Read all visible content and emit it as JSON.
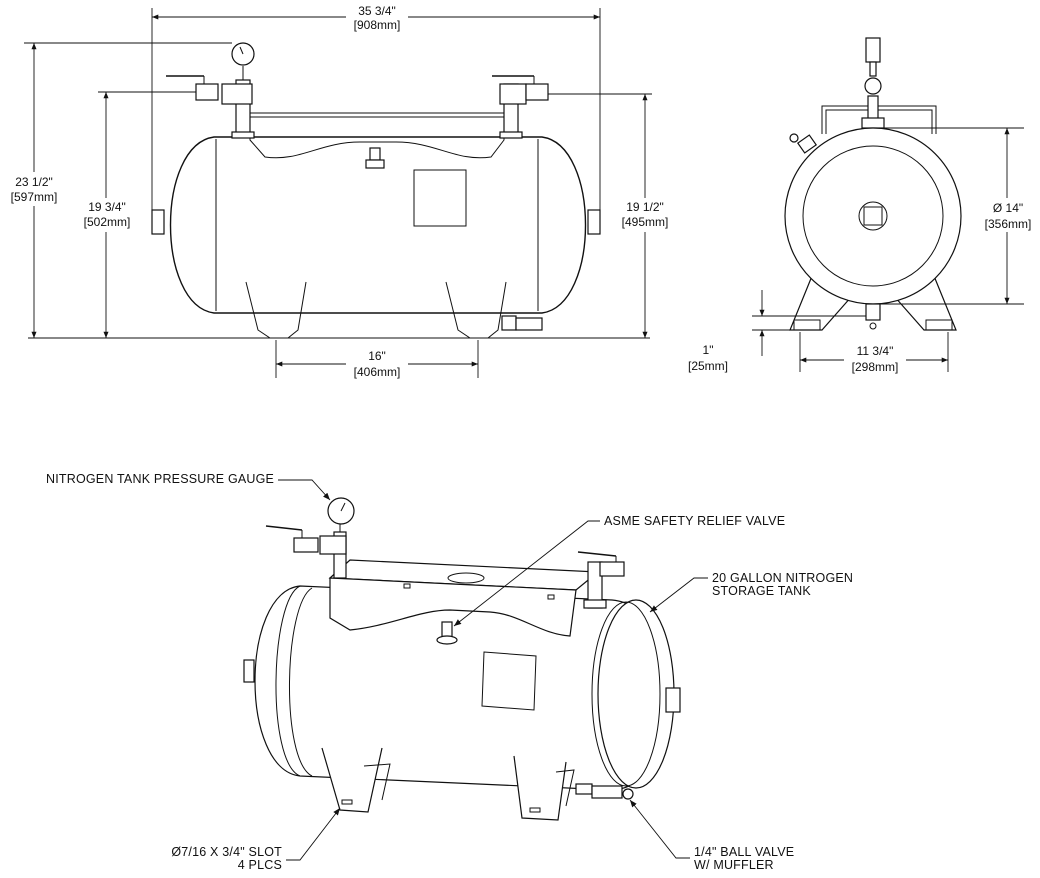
{
  "front_view": {
    "overall_length": "35 3/4\"",
    "overall_length_mm": "[908mm]",
    "overall_height": "23 1/2\"",
    "overall_height_mm": "[597mm]",
    "valve_height": "19 3/4\"",
    "valve_height_mm": "[502mm]",
    "fitting_height": "19 1/2\"",
    "fitting_height_mm": "[495mm]",
    "leg_spacing": "16\"",
    "leg_spacing_mm": "[406mm]"
  },
  "side_view": {
    "diameter": "Ø 14\"",
    "diameter_mm": "[356mm]",
    "clearance": "1\"",
    "clearance_mm": "[25mm]",
    "foot_width": "11 3/4\"",
    "foot_width_mm": "[298mm]"
  },
  "iso_view": {
    "callout_gauge": "NITROGEN TANK PRESSURE GAUGE",
    "callout_relief_valve": "ASME SAFETY RELIEF VALVE",
    "callout_tank_line1": "20 GALLON NITROGEN",
    "callout_tank_line2": "STORAGE TANK",
    "callout_slot_line1": "Ø7/16 X 3/4\" SLOT",
    "callout_slot_line2": "4 PLCS",
    "callout_ball_valve_line1": "1/4\" BALL VALVE",
    "callout_ball_valve_line2": "W/ MUFFLER"
  }
}
